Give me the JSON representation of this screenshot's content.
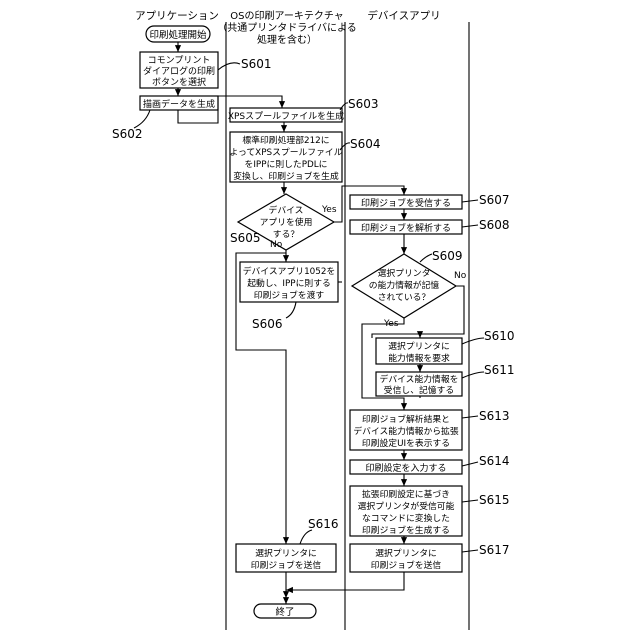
{
  "lanes": {
    "app": "アプリケーション",
    "os_line1": "OSの印刷アーキテクチャ",
    "os_line2": "（共通プリンタドライバによる",
    "os_line3": "処理を含む）",
    "device": "デバイスアプリ"
  },
  "steps": {
    "start": "印刷処理開始",
    "s601": [
      "コモンプリント",
      "ダイアログの印刷",
      "ボタンを選択"
    ],
    "s602": "描画データを生成",
    "s603": "XPSスプールファイルを生成",
    "s604": [
      "標準印刷処理部212に",
      "よってXPSスプールファイル",
      "をIPPに則したPDLに",
      "変換し、印刷ジョブを生成"
    ],
    "s605": [
      "デバイス",
      "アプリを使用",
      "する？"
    ],
    "s606": [
      "デバイスアプリ1052を",
      "起動し、IPPに則する",
      "印刷ジョブを渡す"
    ],
    "s607": "印刷ジョブを受信する",
    "s608": "印刷ジョブを解析する",
    "s609": [
      "選択プリンタ",
      "の能力情報が記憶",
      "されている？"
    ],
    "s610": [
      "選択プリンタに",
      "能力情報を要求"
    ],
    "s611": [
      "デバイス能力情報を",
      "受信し、記憶する"
    ],
    "s613": [
      "印刷ジョブ解析結果と",
      "デバイス能力情報から拡張",
      "印刷設定UIを表示する"
    ],
    "s614": "印刷設定を入力する",
    "s615": [
      "拡張印刷設定に基づき",
      "選択プリンタが受信可能",
      "なコマンドに変換した",
      "印刷ジョブを生成する"
    ],
    "s616": [
      "選択プリンタに",
      "印刷ジョブを送信"
    ],
    "s617": [
      "選択プリンタに",
      "印刷ジョブを送信"
    ],
    "end": "終了"
  },
  "branches": {
    "yes": "Yes",
    "no": "No"
  },
  "refs": {
    "s601": "S601",
    "s602": "S602",
    "s603": "S603",
    "s604": "S604",
    "s605": "S605",
    "s606": "S606",
    "s607": "S607",
    "s608": "S608",
    "s609": "S609",
    "s610": "S610",
    "s611": "S611",
    "s613": "S613",
    "s614": "S614",
    "s615": "S615",
    "s616": "S616",
    "s617": "S617"
  }
}
